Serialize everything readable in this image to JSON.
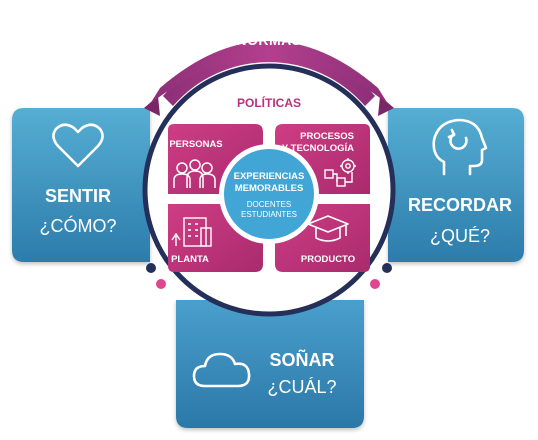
{
  "ring_label": "NORMAS",
  "inner_title": "POLÍTICAS",
  "center": {
    "line1": "EXPERIENCIAS",
    "line2": "MEMORABLES",
    "sub1": "DOCENTES",
    "sub2": "ESTUDIANTES"
  },
  "quadrants": {
    "top_left": {
      "label": "PERSONAS",
      "icon": "people-icon"
    },
    "top_right": {
      "label_line1": "PROCESOS",
      "label_line2": "Y TECNOLOGÍA",
      "icon": "process-gear-icon"
    },
    "bottom_left": {
      "label": "PLANTA",
      "icon": "building-icon"
    },
    "bottom_right": {
      "label": "PRODUCTO",
      "icon": "graduation-cap-icon"
    }
  },
  "cards": {
    "left": {
      "title": "SENTIR",
      "question": "¿CÓMO?",
      "icon": "heart-icon"
    },
    "right": {
      "title": "RECORDAR",
      "question": "¿QUÉ?",
      "icon": "head-memory-icon"
    },
    "bottom": {
      "title": "SOÑAR",
      "question": "¿CUÁL?",
      "icon": "cloud-icon"
    }
  },
  "colors": {
    "card_blue_top": "#4fa3c9",
    "card_blue_bottom": "#2f7fae",
    "magenta": "#c1317a",
    "magenta_dark": "#8e2a68",
    "ring_purple": "#a23a86",
    "center_blue": "#41a5d6",
    "navy": "#27345e",
    "pink_dot": "#e0468f"
  }
}
